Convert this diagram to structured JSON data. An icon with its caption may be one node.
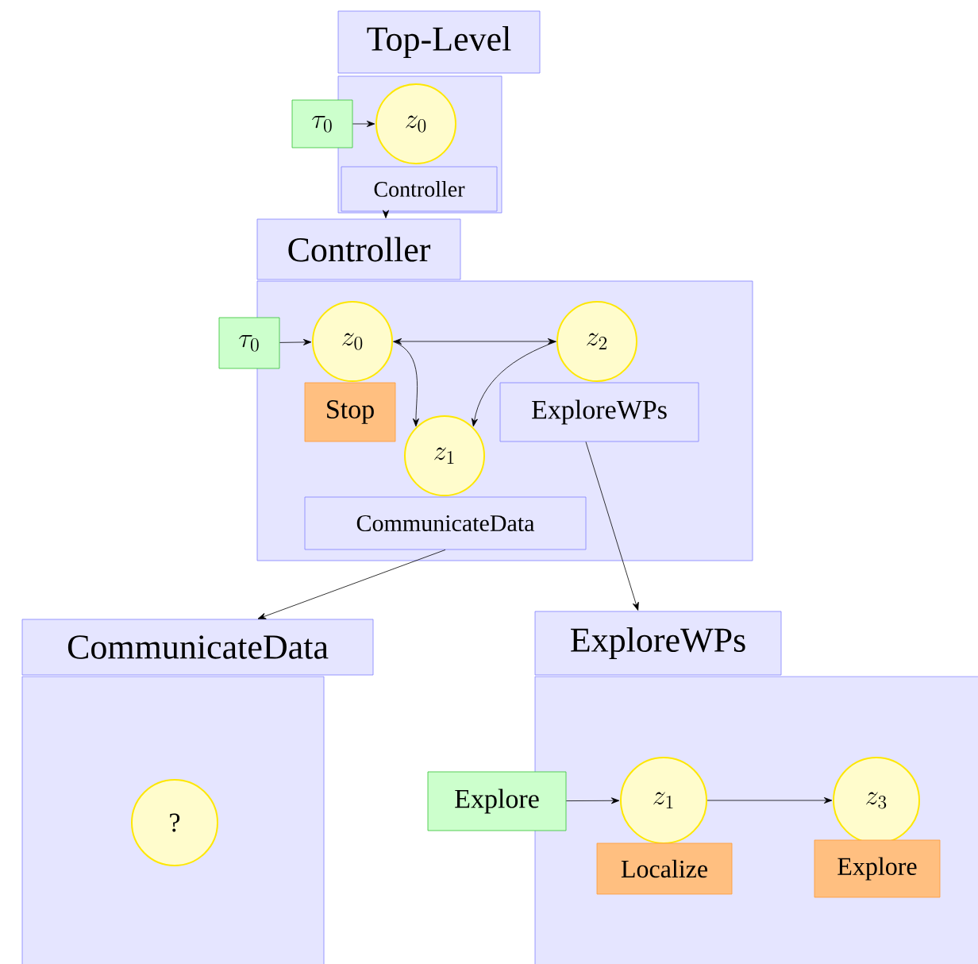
{
  "diagram": {
    "nodes": [
      {
        "text": [
          "Top-Level"
        ]
      },
      {
        "text": [],
        "shape": "box"
      },
      {
        "text": [
          "\\tau_0"
        ]
      },
      {
        "text": [
          "z_0"
        ],
        "in": 1
      },
      {
        "text": [
          "Controller"
        ],
        "in": 1
      },
      {
        "text": [
          "Controller"
        ]
      },
      {
        "text": [],
        "shape": "box"
      },
      {
        "text": [
          "\\tau_0"
        ]
      },
      {
        "text": [
          "z_0"
        ],
        "in": 6
      },
      {
        "text": [
          "Stop"
        ],
        "in": 6
      },
      {
        "text": [
          "z_2"
        ],
        "in": 6
      },
      {
        "text": [
          "ExploreWPs"
        ],
        "in": 6
      },
      {
        "text": [
          "z_1"
        ],
        "in": 6
      },
      {
        "text": [
          "CommunicateData"
        ],
        "in": 6
      },
      {
        "text": [
          "CommunicateData"
        ]
      },
      {
        "text": [],
        "shape": "box"
      },
      {
        "text": [
          "?"
        ],
        "in": 15
      },
      {
        "text": [
          "ExploreWPs"
        ]
      },
      {
        "text": [],
        "shape": "box"
      },
      {
        "text": [
          "Explore"
        ]
      },
      {
        "text": [
          "z_1"
        ],
        "in": 18
      },
      {
        "text": [
          "Localize"
        ],
        "in": 18
      },
      {
        "text": [
          "z_3"
        ],
        "in": 18
      },
      {
        "text": [
          "Explore"
        ],
        "in": 18
      }
    ],
    "edges": [
      {
        "from": 2,
        "to": 3,
        "arrow": "to"
      },
      {
        "from": 4,
        "to": 5,
        "arrow": "to"
      },
      {
        "from": 7,
        "to": 8,
        "arrow": "to"
      },
      {
        "from": 8,
        "to": 10,
        "arrow": "both"
      },
      {
        "from": 8,
        "to": 12,
        "arrow": "to"
      },
      {
        "from": 10,
        "to": 12,
        "arrow": "to"
      },
      {
        "from": 13,
        "to": 14,
        "arrow": "to"
      },
      {
        "from": 11,
        "to": 17,
        "arrow": "to"
      },
      {
        "from": 19,
        "to": 20,
        "arrow": "to"
      },
      {
        "from": 20,
        "to": 22,
        "arrow": "to"
      }
    ]
  }
}
